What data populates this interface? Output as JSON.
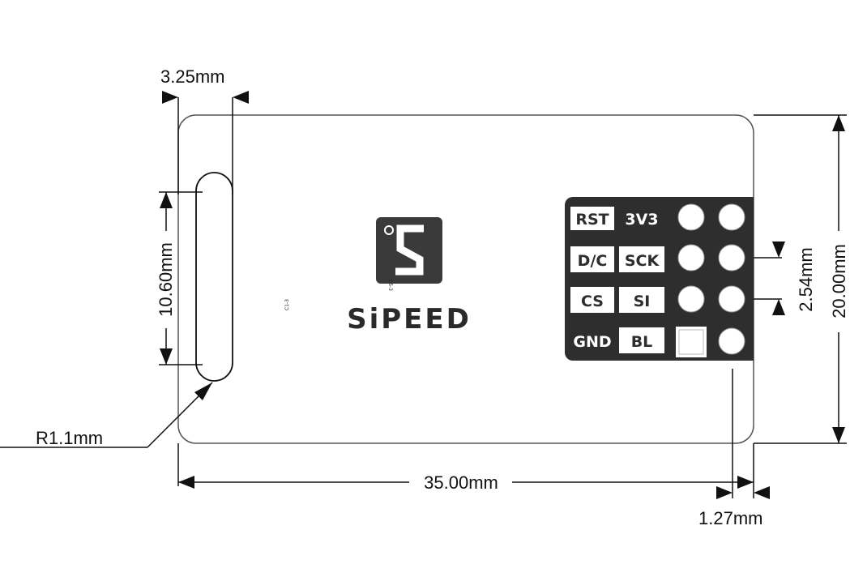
{
  "drawing": {
    "dimensions": {
      "slot_width": "3.25mm",
      "slot_height": "10.60mm",
      "slot_radius": "R1.1mm",
      "board_width": "35.00mm",
      "board_height": "20.00mm",
      "pin_pitch": "2.54mm",
      "pin_edge_offset": "1.27mm"
    },
    "brand": {
      "name": "SiPEED",
      "logo_icon": "sipeed-logo-icon"
    },
    "silkscreen": {
      "ref_a": "C1-3",
      "ref_b": "C5-3"
    },
    "header": {
      "labels": [
        [
          "RST",
          "3V3"
        ],
        [
          "D/C",
          "SCK"
        ],
        [
          "CS",
          "SI"
        ],
        [
          "GND",
          "BL"
        ]
      ]
    },
    "colors": {
      "outline": "#555555",
      "header_bg": "#2e2e2e",
      "logo_bg": "#3a3a3a",
      "ink": "#111111"
    }
  }
}
